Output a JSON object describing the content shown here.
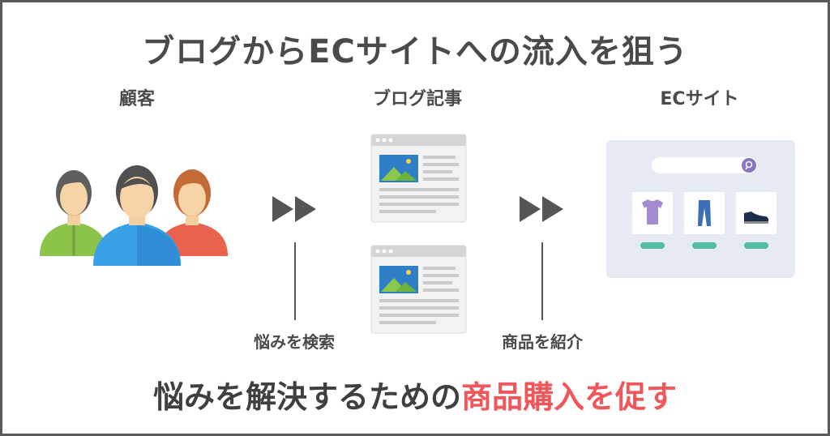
{
  "title": "ブログからECサイトへの流入を狙う",
  "columns": {
    "customer": "顧客",
    "blog": "ブログ記事",
    "ec": "ECサイト"
  },
  "steps": {
    "search": "悩みを検索",
    "introduce": "商品を紹介"
  },
  "bottom": {
    "part1": "悩みを解決するための",
    "highlight": "商品購入を促す"
  },
  "icons": [
    "people-icon",
    "arrow-double-icon",
    "blog-article-icon",
    "ec-site-icon",
    "search-icon",
    "tshirt-icon",
    "jeans-icon",
    "shoe-icon"
  ],
  "colors": {
    "text": "#4a4a4a",
    "highlight": "#f0575a",
    "frame": "#5a5a5a",
    "ec_bg": "#e6eaf3",
    "button": "#4fbfa0"
  }
}
